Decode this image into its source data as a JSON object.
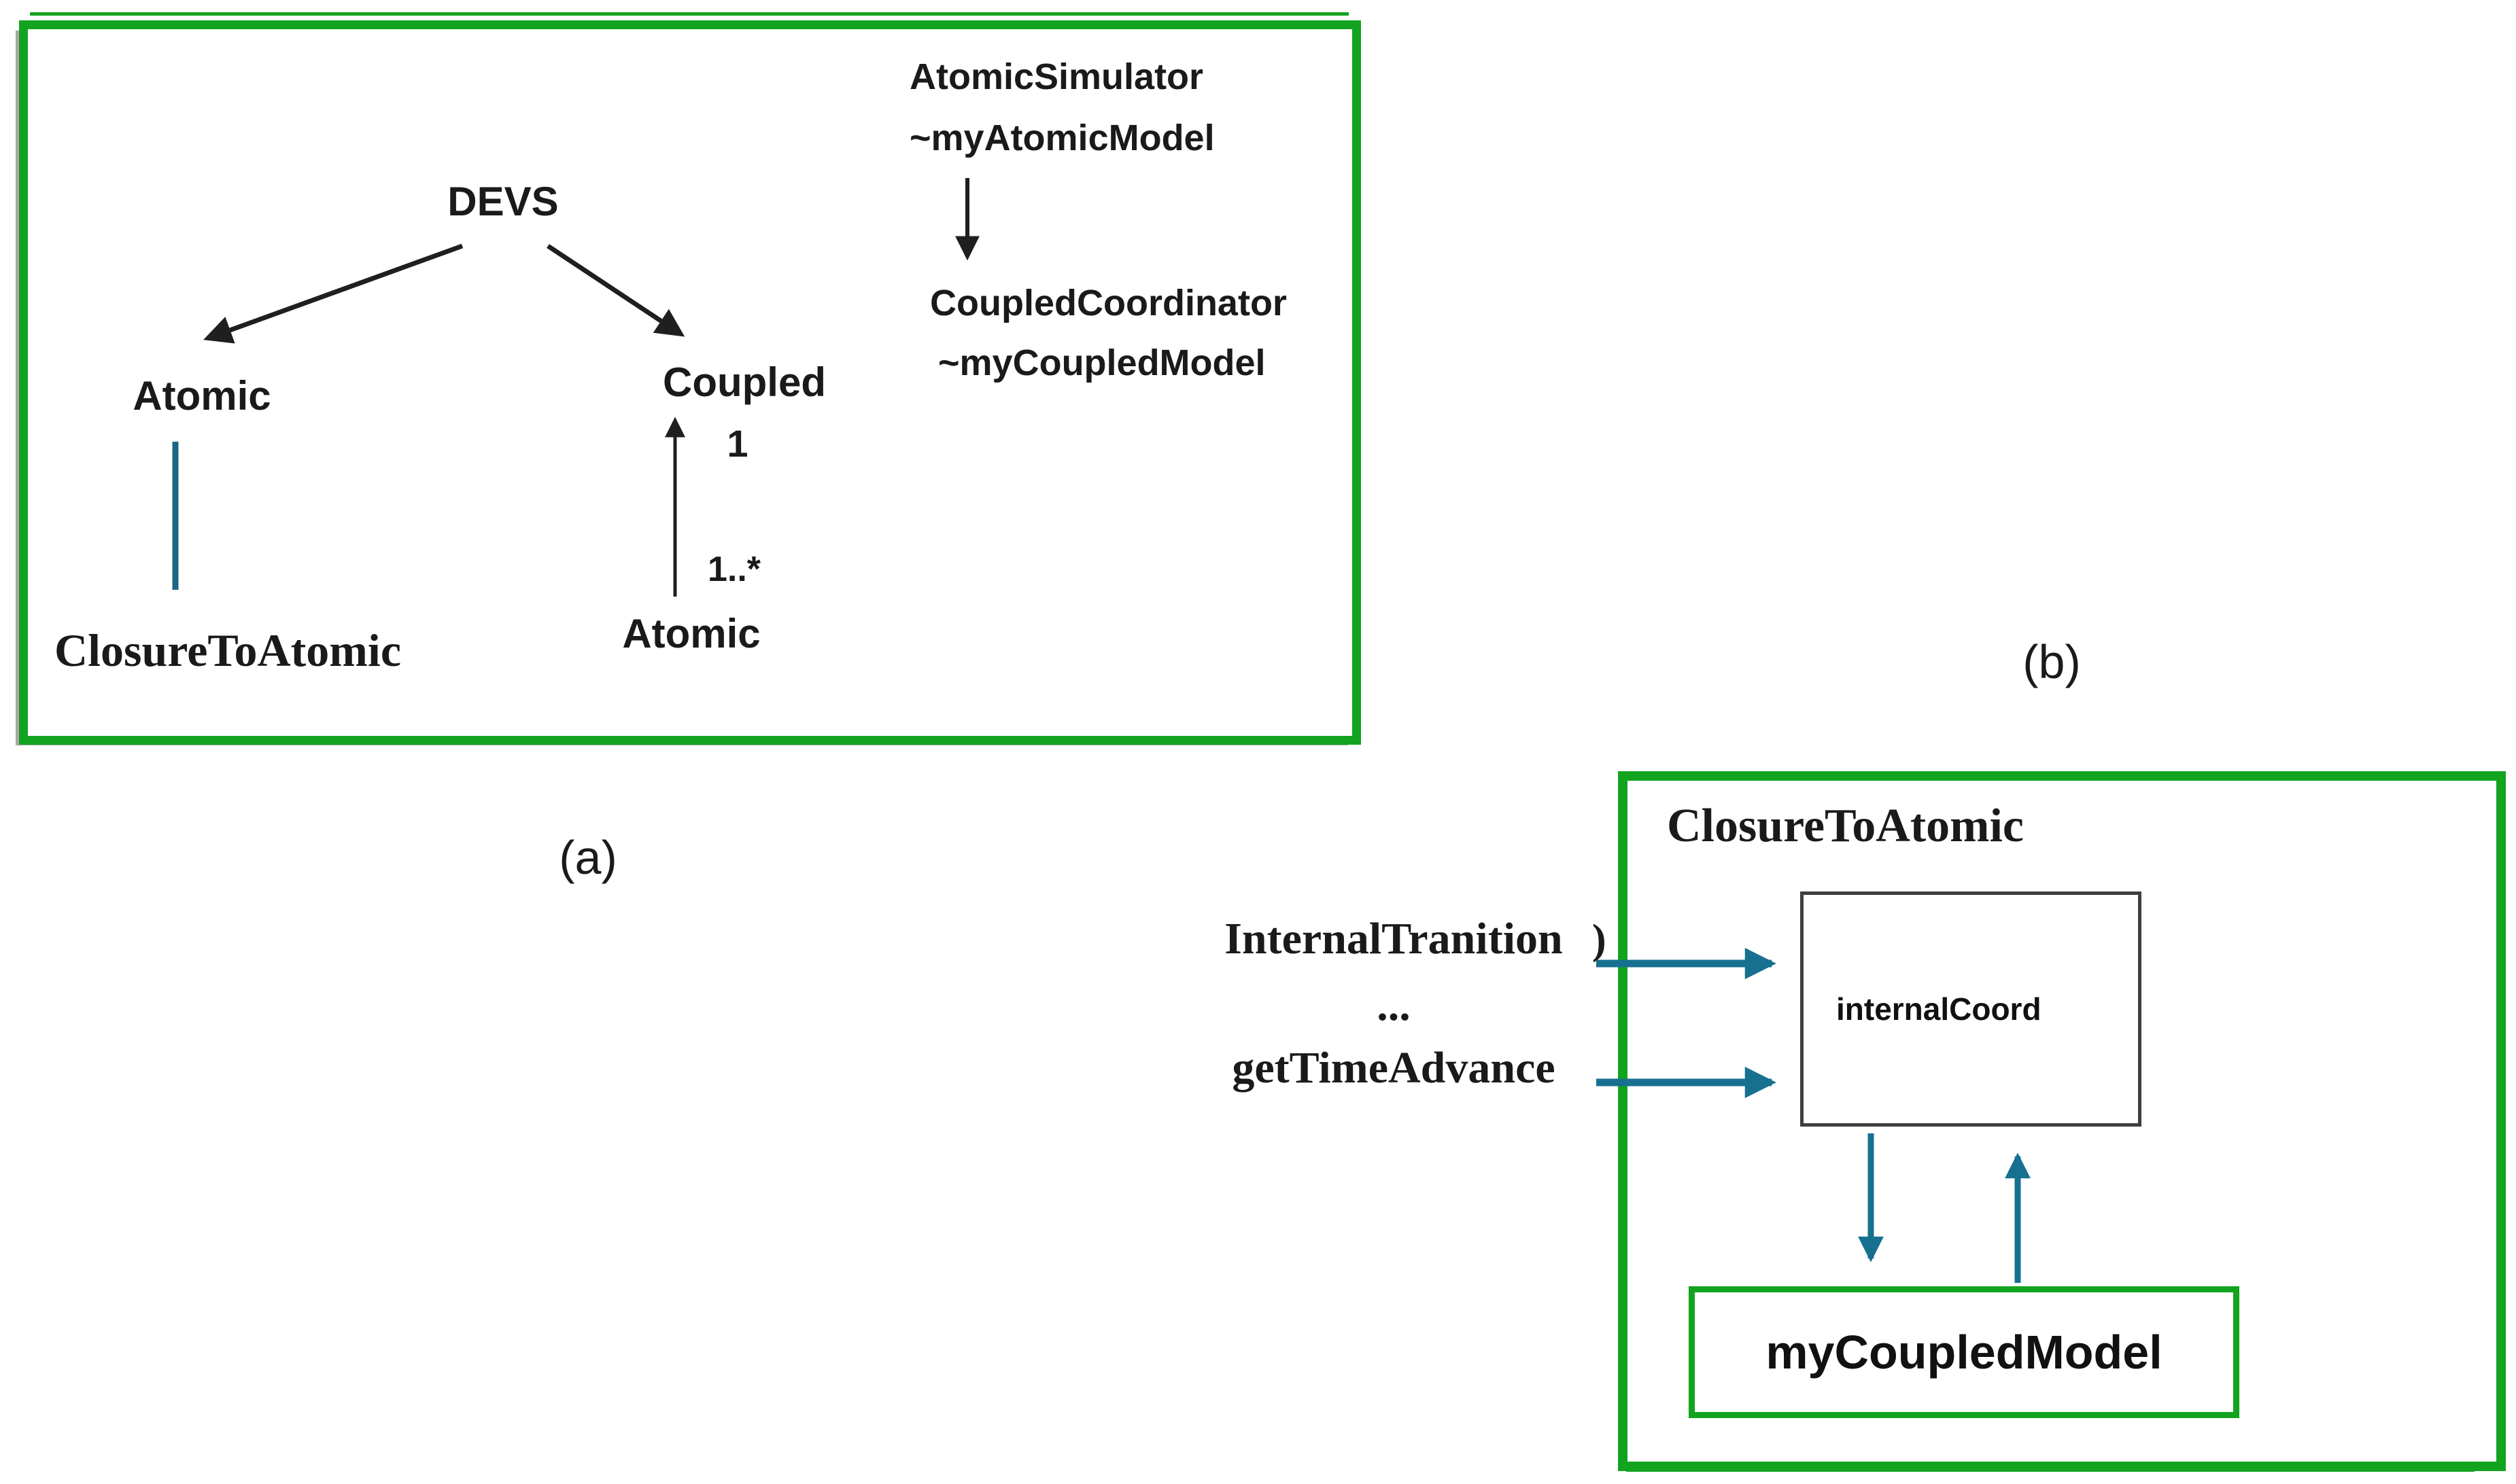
{
  "figure": {
    "description_colors": {
      "frame_green": "#12a41f",
      "arrow_black": "#1f1f1f",
      "arrow_teal": "#17708f",
      "link_blue": "#1d6485",
      "inner_box_border": "#3f3f3f",
      "background": "#ffffff"
    },
    "panel_a": {
      "caption": "(a)",
      "root": "DEVS",
      "atomic": "Atomic",
      "coupled": "Coupled",
      "closure": "ClosureToAtomic",
      "mult_one": "1",
      "mult_many": "1..*",
      "atomic_child": "Atomic",
      "sim_line1": "AtomicSimulator",
      "sim_line2": "~myAtomicModel",
      "sim_line3": "CoupledCoordinator",
      "sim_line4": "~myCoupledModel"
    },
    "panel_b": {
      "caption": "(b)",
      "title": "ClosureToAtomic",
      "internal_coord": "internalCoord",
      "my_coupled_model": "myCoupledModel",
      "label_internal_transition": "InternalTranition",
      "label_paren": ")",
      "label_dots": "...",
      "label_get_time_advance": "getTimeAdvance"
    }
  }
}
